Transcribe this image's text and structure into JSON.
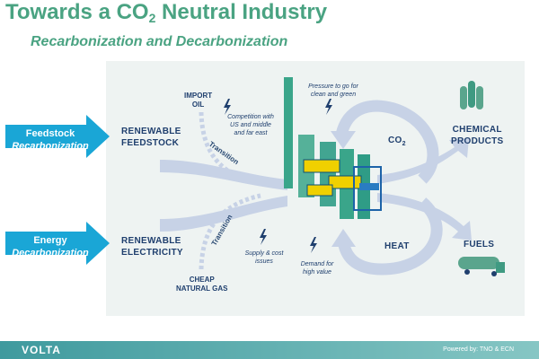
{
  "header": {
    "title_prefix": "Towards a CO",
    "title_sub": "2",
    "title_suffix": " Neutral Industry",
    "subtitle": "Recarbonization and Decarbonization"
  },
  "side_tags": [
    {
      "line1": "Feedstock",
      "line2": "Recarbonization"
    },
    {
      "line1": "Energy",
      "line2": "Decarbonization"
    }
  ],
  "inputs": {
    "renewable_feedstock": [
      "RENEWABLE",
      "FEEDSTOCK"
    ],
    "renewable_electricity": [
      "RENEWABLE",
      "ELECTRICITY"
    ],
    "import_oil": [
      "IMPORT",
      "OIL"
    ],
    "cheap_gas": [
      "CHEAP",
      "NATURAL GAS"
    ],
    "transition": "Transition"
  },
  "outputs": {
    "chemical_products": [
      "CHEMICAL",
      "PRODUCTS"
    ],
    "fuels": "FUELS",
    "co2_prefix": "CO",
    "co2_sub": "2",
    "heat": "HEAT"
  },
  "notes": {
    "competition": [
      "Competition with",
      "US and middle",
      "and far east"
    ],
    "pressure": [
      "Pressure to go for",
      "clean and green"
    ],
    "supply": [
      "Supply & cost",
      "issues"
    ],
    "demand": [
      "Demand for",
      "high value"
    ]
  },
  "footer": {
    "logo": "VOLTA",
    "powered": "Powered by: TNO & ECN"
  },
  "colors": {
    "title": "#4aa382",
    "tag": "#1aa6d6",
    "text": "#1f3f6e",
    "arrow": "#c7d2e6",
    "panel": "#eef3f2",
    "chimney": "#3aa58a",
    "tank": "#5aa58d"
  }
}
